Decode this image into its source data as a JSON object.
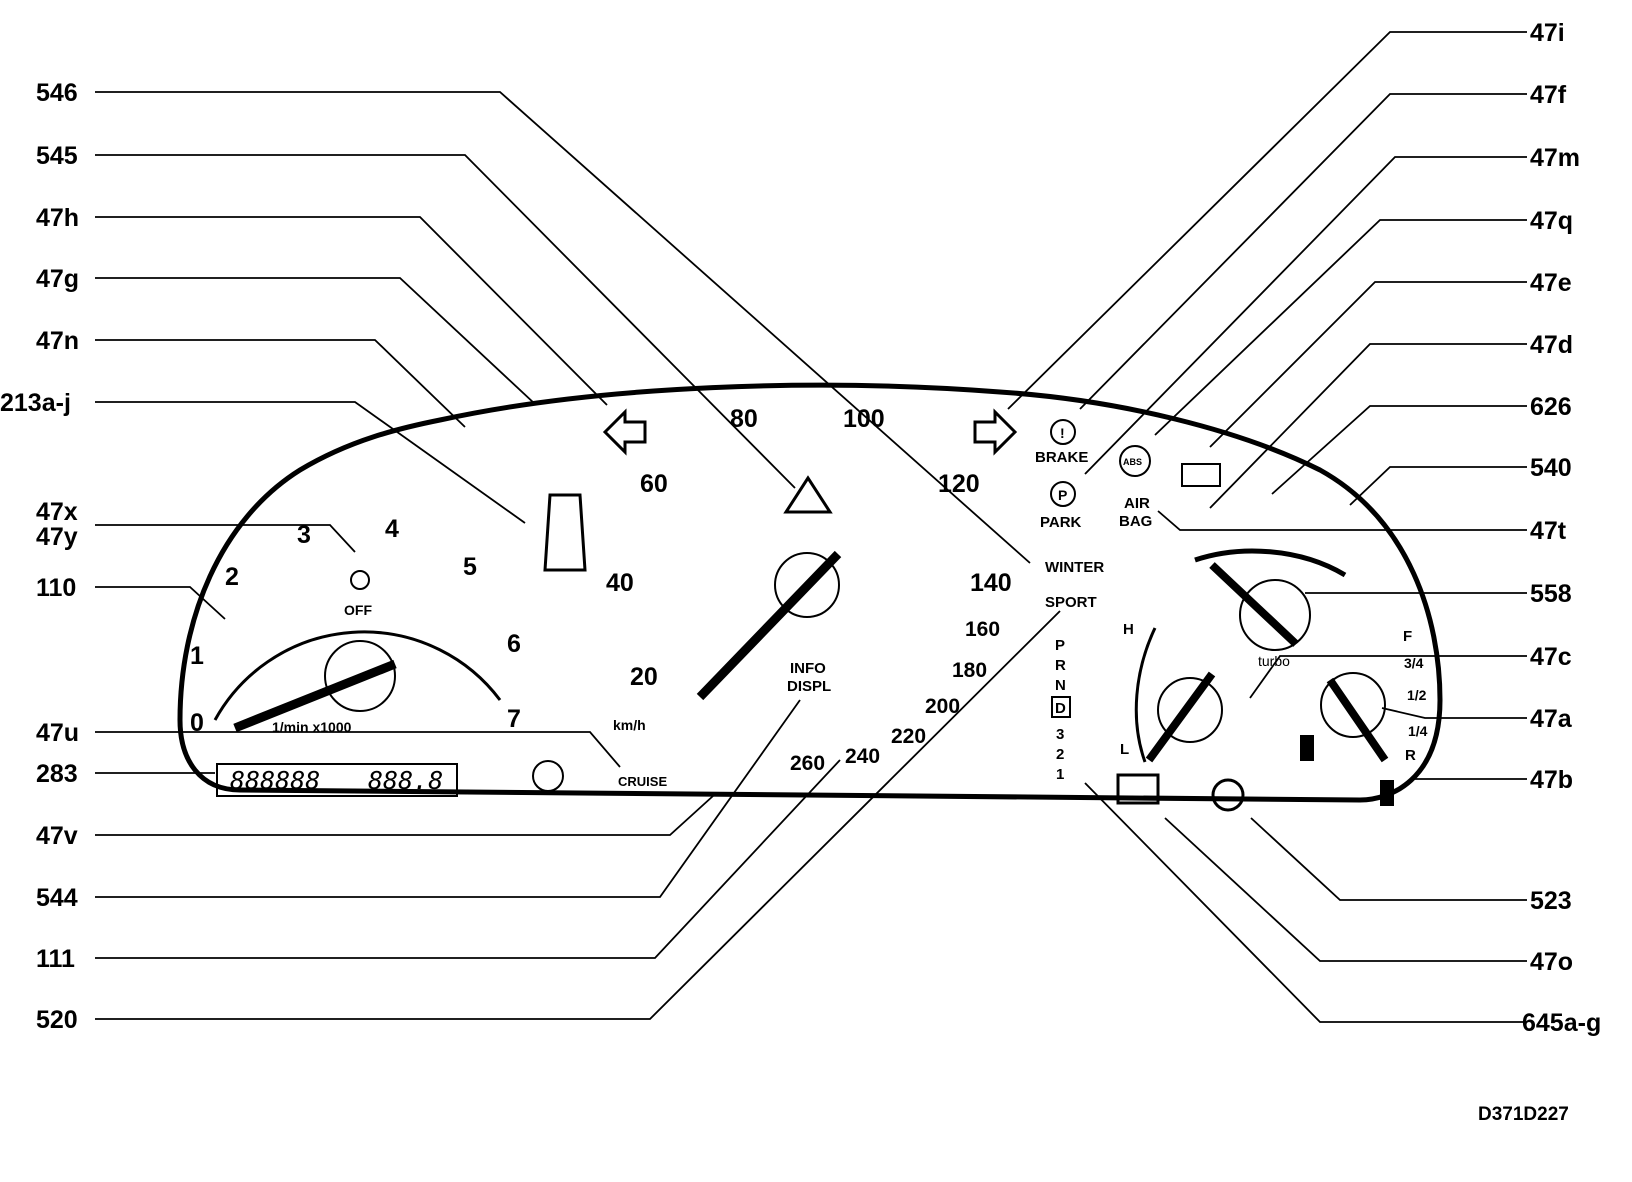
{
  "callouts_left": [
    "546",
    "545",
    "47h",
    "47g",
    "47n",
    "213a-j",
    "47x",
    "47y",
    "110",
    "47u",
    "283",
    "47v",
    "544",
    "111",
    "520"
  ],
  "callouts_right": [
    "47i",
    "47f",
    "47m",
    "47q",
    "47e",
    "47d",
    "626",
    "540",
    "47t",
    "558",
    "47c",
    "47a",
    "47b",
    "523",
    "47o",
    "645a-g"
  ],
  "tach": {
    "ticks": [
      "0",
      "1",
      "2",
      "3",
      "4",
      "5",
      "6",
      "7"
    ],
    "unit": "1/min x1000",
    "tc_label": "OFF"
  },
  "speedo": {
    "ticks": [
      "20",
      "40",
      "60",
      "80",
      "100",
      "120",
      "140",
      "160",
      "180",
      "200",
      "220",
      "240",
      "260"
    ],
    "unit": "km/h"
  },
  "odometer": {
    "trip": "888888",
    "total": "888.8"
  },
  "labels": {
    "brake": "BRAKE",
    "park": "PARK",
    "airbag1": "AIR",
    "airbag2": "BAG",
    "winter": "WINTER",
    "sport": "SPORT",
    "info1": "INFO",
    "info2": "DISPL",
    "cruise": "CRUISE",
    "turbo": "turbo",
    "hot": "H",
    "low": "L",
    "abs": "ABS",
    "brake_sym": "!",
    "park_sym": "P",
    "gears": [
      "P",
      "R",
      "N",
      "D",
      "3",
      "2",
      "1"
    ],
    "fuel": [
      "F",
      "3/4",
      "1/2",
      "1/4",
      "R"
    ]
  },
  "figure_id": "D371D227"
}
